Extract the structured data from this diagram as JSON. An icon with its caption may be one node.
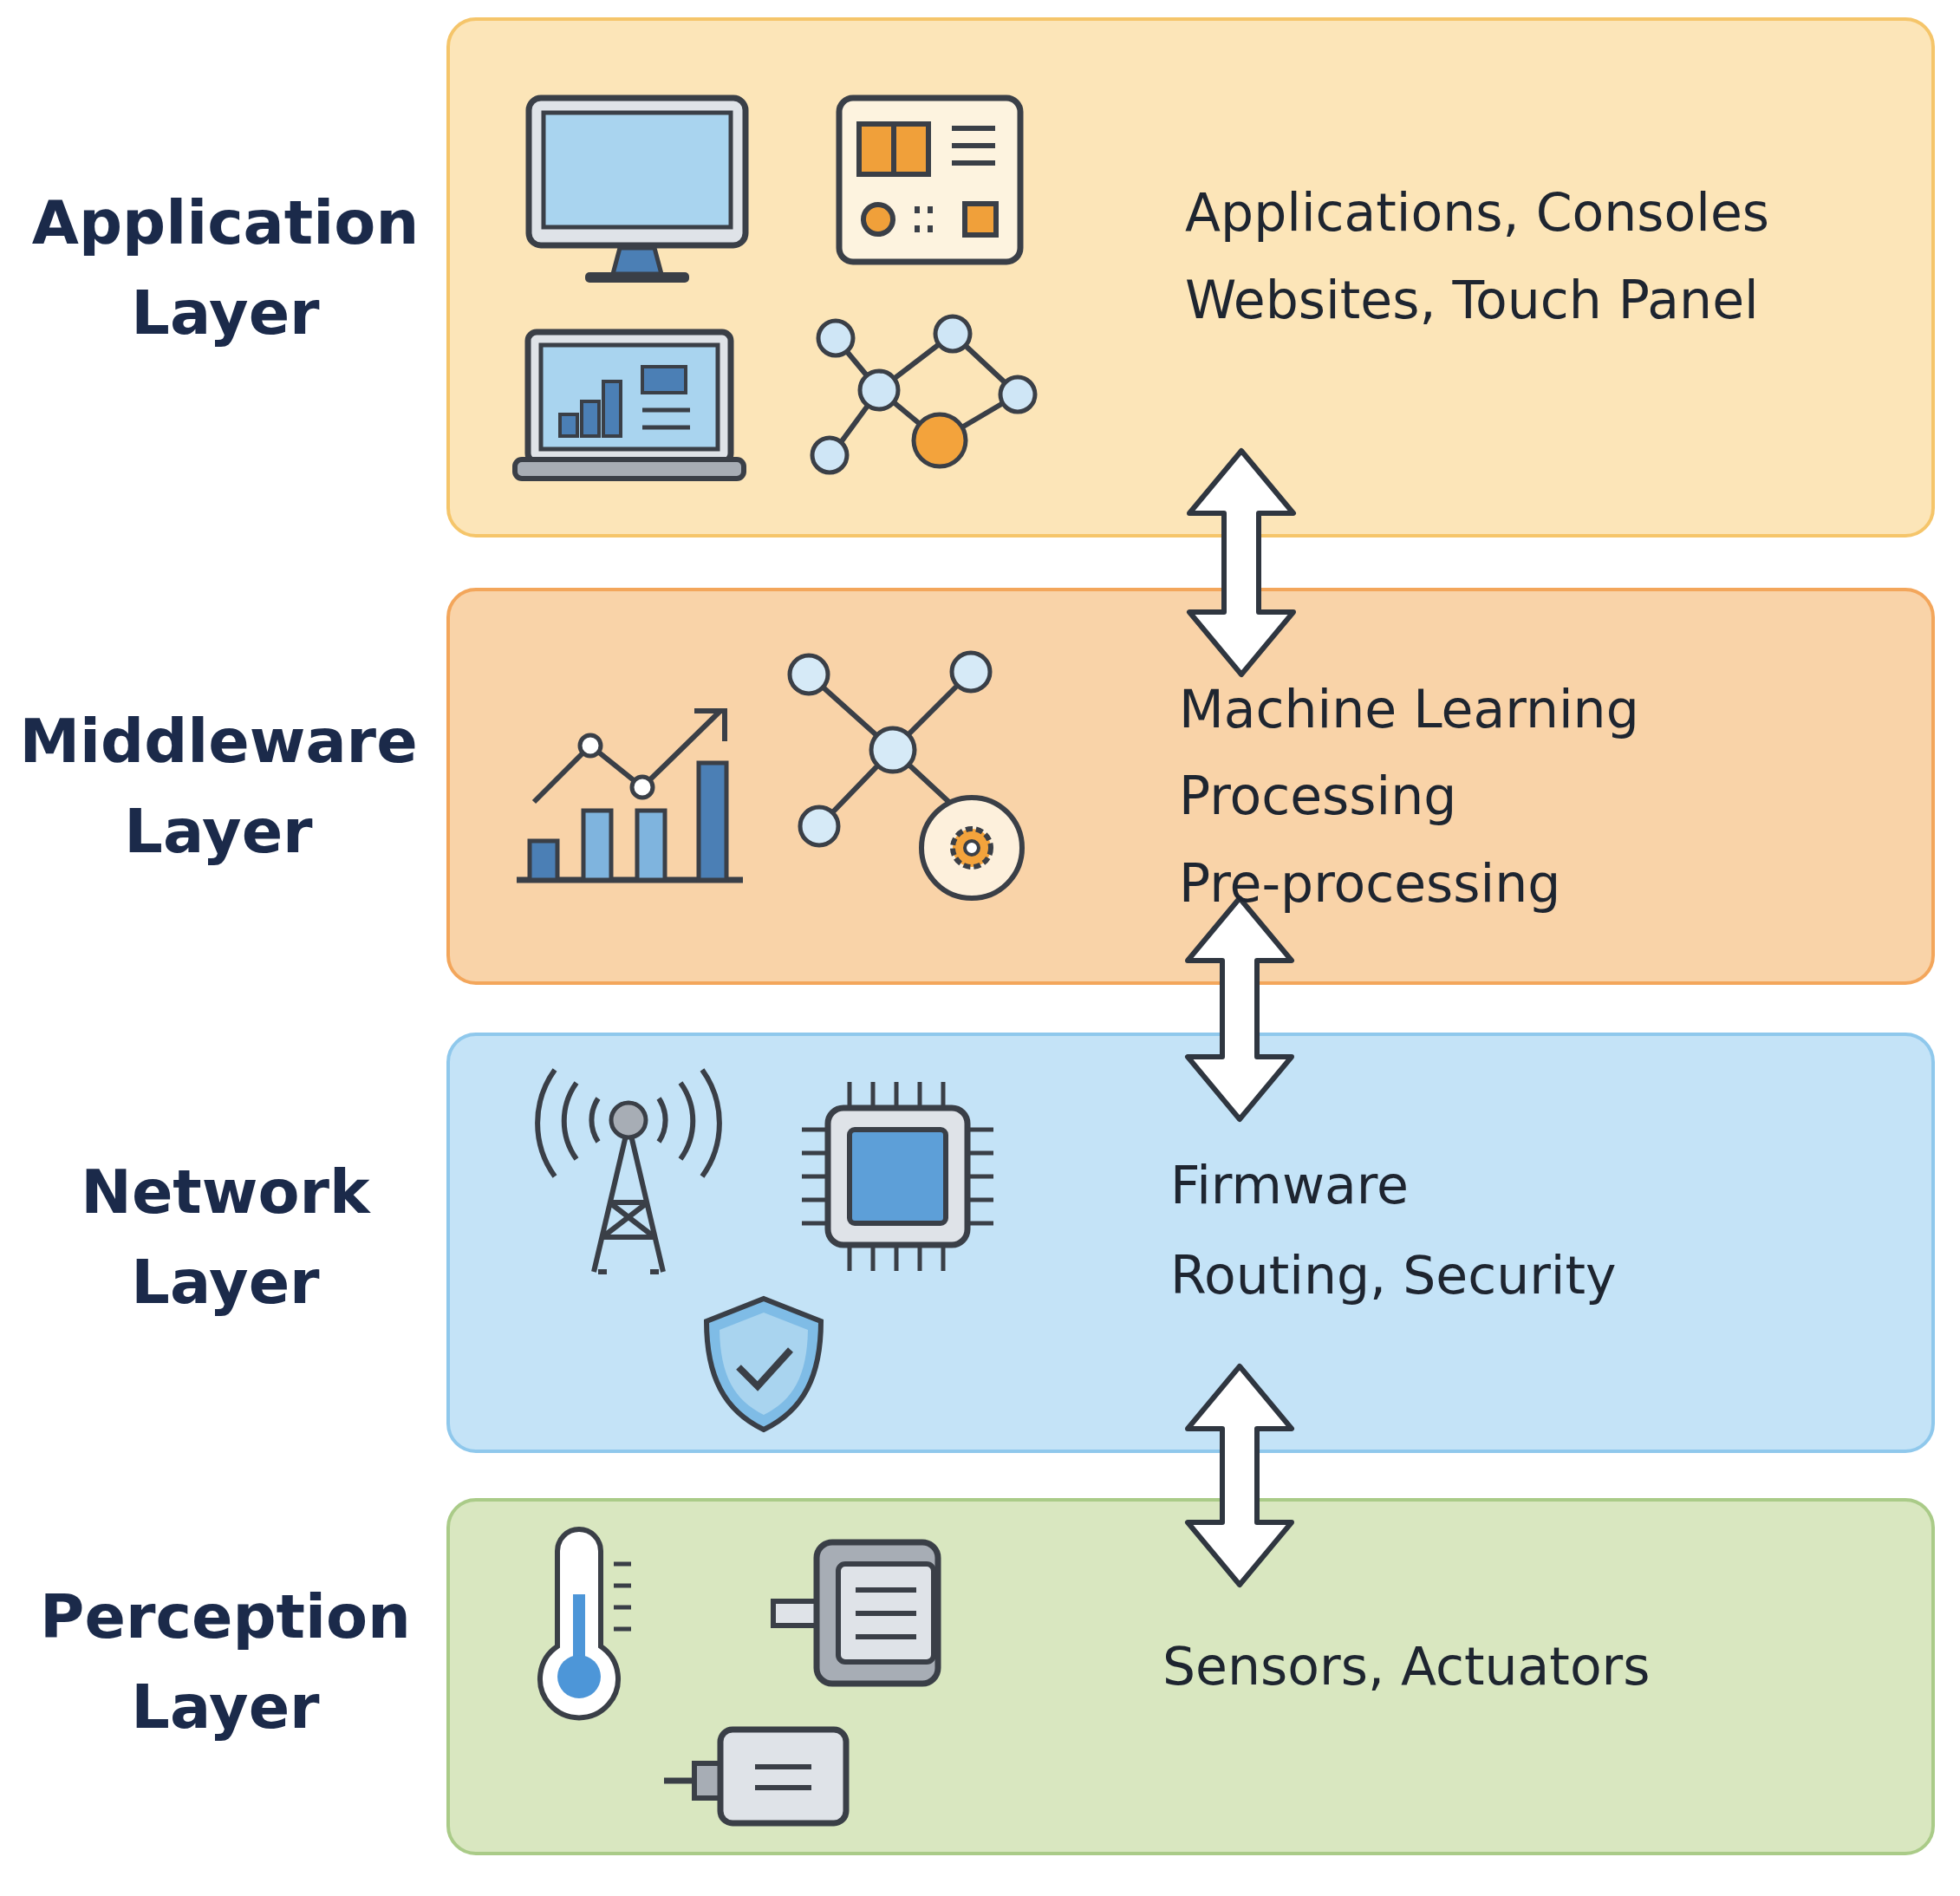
{
  "diagram": {
    "nodes": [
      {
        "text": [
          "Application Layer",
          "Applications, Consoles",
          "Websites, Touch Panel"
        ]
      },
      {
        "text": [
          "Middleware Layer",
          "Machine Learning",
          "Processing",
          "Pre-processing"
        ]
      },
      {
        "text": [
          "Network Layer",
          "Firmware",
          "Routing, Security"
        ]
      },
      {
        "text": [
          "Perception Layer",
          "Sensors, Actuators"
        ]
      }
    ],
    "edges": [
      {
        "from": 0,
        "to": 1,
        "arrow": "both"
      },
      {
        "from": 1,
        "to": 2,
        "arrow": "both"
      },
      {
        "from": 2,
        "to": 3,
        "arrow": "both"
      }
    ]
  }
}
